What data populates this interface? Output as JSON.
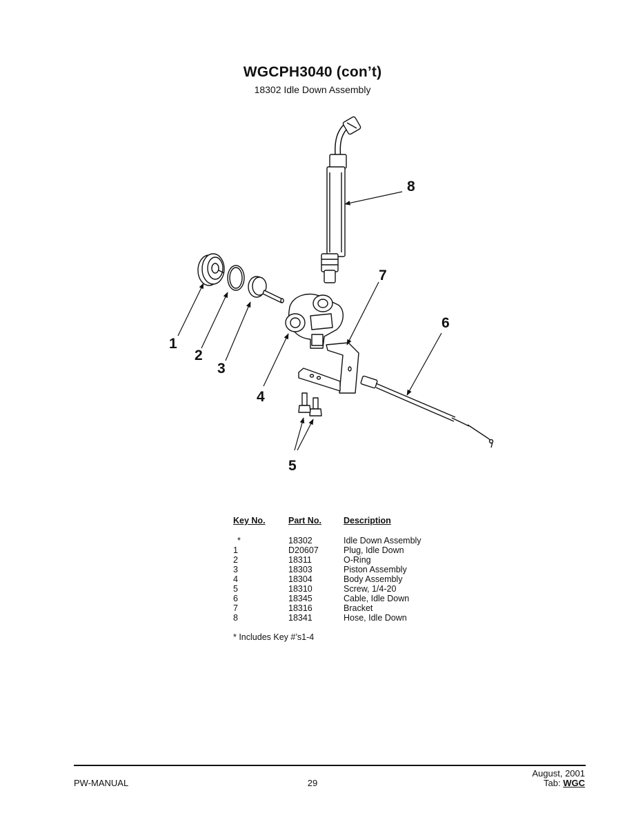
{
  "header": {
    "title": "WGCPH3040  (con’t)",
    "subtitle": "18302 Idle Down Assembly"
  },
  "diagram": {
    "callouts": [
      "1",
      "2",
      "3",
      "4",
      "5",
      "6",
      "7",
      "8"
    ]
  },
  "parts_table": {
    "headers": {
      "key": "Key No.",
      "part": "Part No.",
      "description": "Description"
    },
    "rows": [
      {
        "key": "*",
        "part": "18302",
        "description": "Idle Down Assembly"
      },
      {
        "key": "1",
        "part": "D20607",
        "description": "Plug, Idle Down"
      },
      {
        "key": "2",
        "part": "18311",
        "description": "O-Ring"
      },
      {
        "key": "3",
        "part": "18303",
        "description": "Piston Assembly"
      },
      {
        "key": "4",
        "part": "18304",
        "description": "Body Assembly"
      },
      {
        "key": "5",
        "part": "18310",
        "description": "Screw, 1/4-20"
      },
      {
        "key": "6",
        "part": "18345",
        "description": "Cable, Idle Down"
      },
      {
        "key": "7",
        "part": "18316",
        "description": "Bracket"
      },
      {
        "key": "8",
        "part": "18341",
        "description": "Hose, Idle Down"
      }
    ],
    "footnote": "*  Includes Key #’s1-4"
  },
  "footer": {
    "left": "PW-MANUAL",
    "page_number": "29",
    "date": "August, 2001",
    "tab_label": "Tab:",
    "tab_code": "WGC"
  }
}
